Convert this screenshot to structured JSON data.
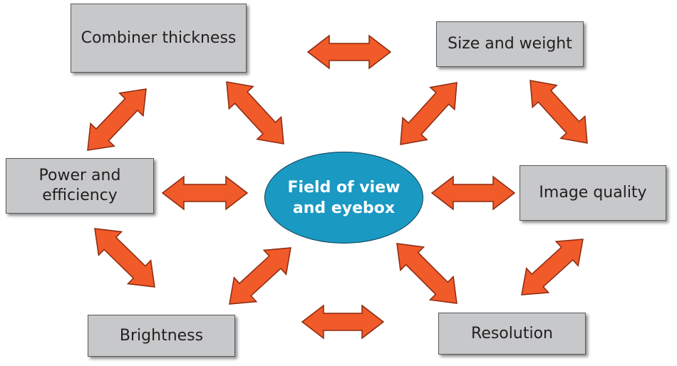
{
  "colors": {
    "arrow_fill": "#f15a29",
    "arrow_stroke": "#8a2a10",
    "box_fill": "#c7c8ca",
    "center_fill": "#1a99c2"
  },
  "center": {
    "label": "Field of view\nand eyebox"
  },
  "boxes": [
    {
      "id": "combiner-thickness",
      "label": "Combiner thickness"
    },
    {
      "id": "size-and-weight",
      "label": "Size and weight"
    },
    {
      "id": "power-and-efficiency",
      "label": "Power and\nefficiency"
    },
    {
      "id": "image-quality",
      "label": "Image quality"
    },
    {
      "id": "brightness",
      "label": "Brightness"
    },
    {
      "id": "resolution",
      "label": "Resolution"
    }
  ]
}
